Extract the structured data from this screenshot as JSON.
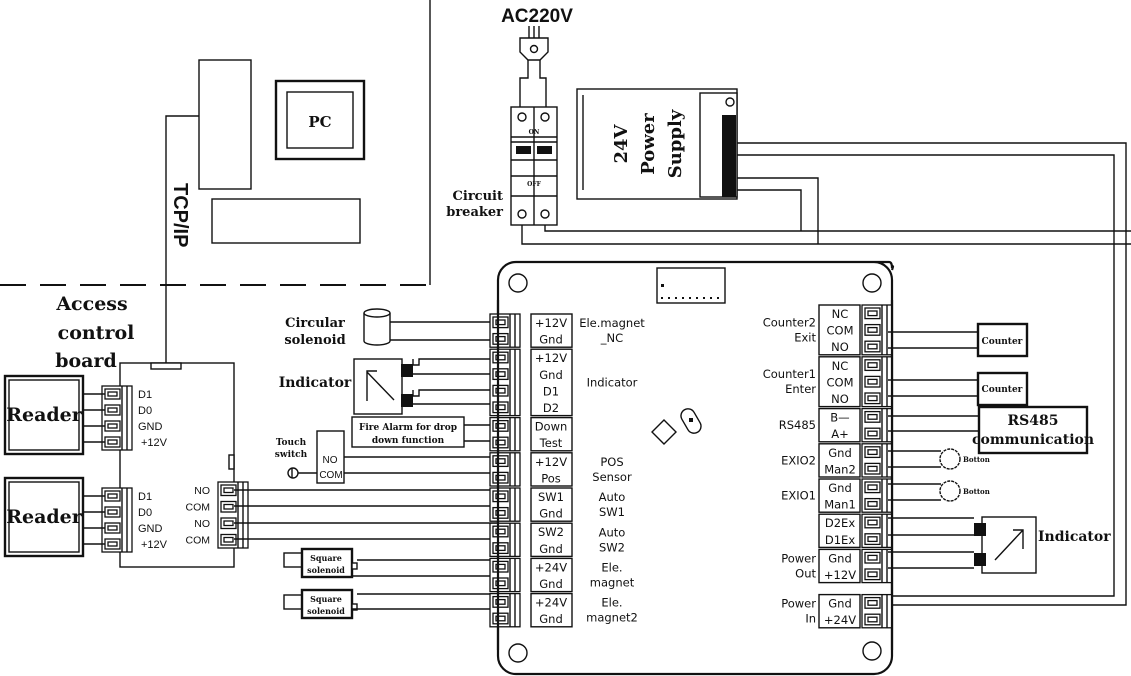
{
  "diagram": {
    "title": "Access control wiring diagram",
    "network": {
      "link_label": "TCP/IP",
      "pc_label": "PC"
    },
    "power": {
      "mains_label": "AC220V",
      "breaker_label_line1": "Circuit",
      "breaker_label_line2": "breaker",
      "breaker_on": "ON",
      "breaker_off": "OFF",
      "psu_line1": "24V",
      "psu_line2": "Power",
      "psu_line3": "Supply"
    },
    "access_board": {
      "title_line1": "Access",
      "title_line2": "control",
      "title_line3": "board",
      "readers": [
        {
          "label": "Reader",
          "pins": [
            "D1",
            "D0",
            "GND",
            "+12V"
          ]
        },
        {
          "label": "Reader",
          "pins": [
            "D1",
            "D0",
            "GND",
            "+12V"
          ]
        }
      ],
      "relay_pins": [
        "NO",
        "COM",
        "NO",
        "COM"
      ]
    },
    "left_devices": {
      "circular_solenoid_line1": "Circular",
      "circular_solenoid_line2": "solenoid",
      "indicator": "Indicator",
      "fire_alarm_line1": "Fire Alarm for drop",
      "fire_alarm_line2": "down function",
      "touch_switch_line1": "Touch",
      "touch_switch_line2": "switch",
      "touch_switch_pins": [
        "NO",
        "COM"
      ],
      "square_solenoid_line1": "Square",
      "square_solenoid_line2": "solenoid"
    },
    "controller_left": [
      {
        "pins": [
          "+12V",
          "Gnd"
        ],
        "label": [
          "Ele.magnet",
          "_NC"
        ]
      },
      {
        "pins": [
          "+12V",
          "Gnd",
          "D1",
          "D2"
        ],
        "label": [
          "Indicator"
        ]
      },
      {
        "pins": [
          "Down",
          "Test"
        ],
        "label": []
      },
      {
        "pins": [
          "+12V",
          "Pos"
        ],
        "label": [
          "POS",
          "Sensor"
        ]
      },
      {
        "pins": [
          "SW1",
          "Gnd"
        ],
        "label": [
          "Auto",
          "SW1"
        ]
      },
      {
        "pins": [
          "SW2",
          "Gnd"
        ],
        "label": [
          "Auto",
          "SW2"
        ]
      },
      {
        "pins": [
          "+24V",
          "Gnd"
        ],
        "label": [
          "Ele.",
          "magnet"
        ]
      },
      {
        "pins": [
          "+24V",
          "Gnd"
        ],
        "label": [
          "Ele.",
          "magnet2"
        ]
      }
    ],
    "controller_right": [
      {
        "pins": [
          "NC",
          "COM",
          "NO"
        ],
        "label": [
          "Counter2",
          "Exit"
        ]
      },
      {
        "pins": [
          "NC",
          "COM",
          "NO"
        ],
        "label": [
          "Counter1",
          "Enter"
        ]
      },
      {
        "pins": [
          "B—",
          "A+"
        ],
        "label": [
          "RS485"
        ]
      },
      {
        "pins": [
          "Gnd",
          "Man2"
        ],
        "label": [
          "EXIO2"
        ]
      },
      {
        "pins": [
          "Gnd",
          "Man1"
        ],
        "label": [
          "EXIO1"
        ]
      },
      {
        "pins": [
          "D2Ex",
          "D1Ex"
        ],
        "label": []
      },
      {
        "pins": [
          "Gnd",
          "+12V"
        ],
        "label": [
          "Power",
          "Out"
        ]
      },
      {
        "pins": [
          "Gnd",
          "+24V"
        ],
        "label": [
          "Power",
          "In"
        ]
      }
    ],
    "right_devices": {
      "counter_exit": "Counter",
      "counter_enter": "Counter",
      "rs485_line1": "RS485",
      "rs485_line2": "communication",
      "button1": "Botton",
      "button2": "Botton",
      "indicator": "Indicator"
    }
  }
}
